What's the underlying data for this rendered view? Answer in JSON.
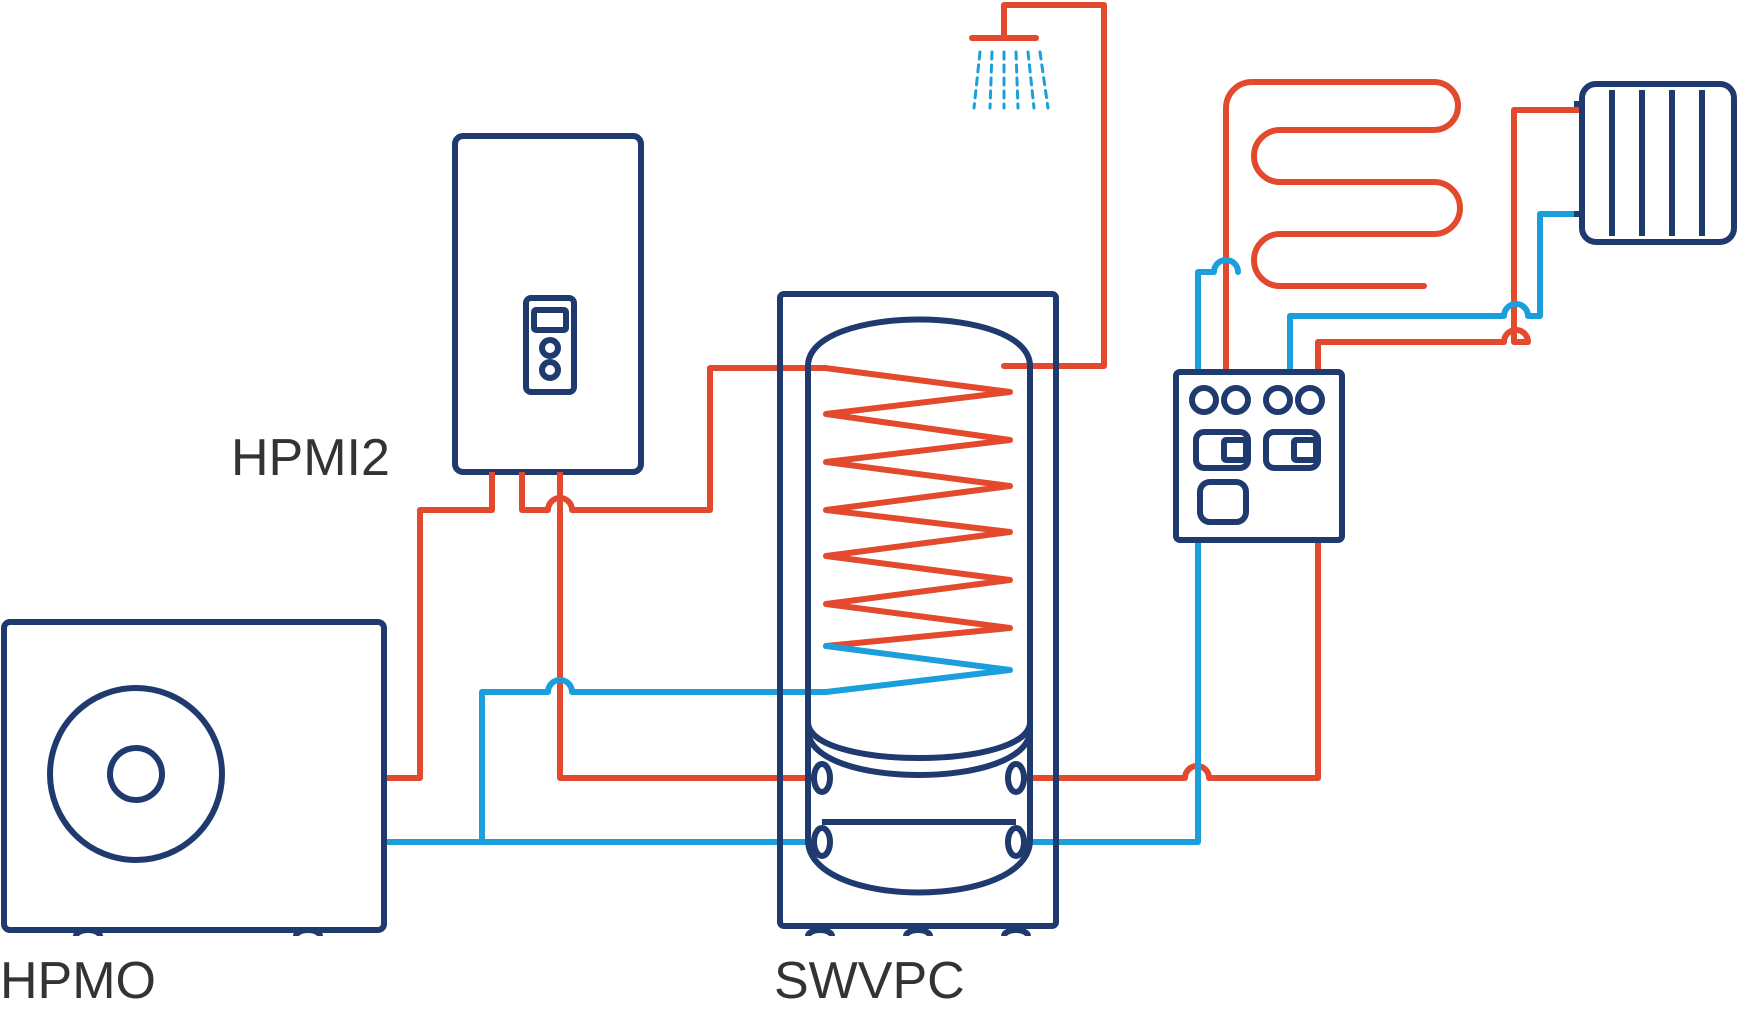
{
  "labels": {
    "indoor_unit": "HPMI2",
    "outdoor_unit": "HPMO",
    "storage_tank": "SWVPC"
  },
  "colors": {
    "hot_pipe": "#e2492d",
    "cold_pipe": "#1a9fdc",
    "outline": "#1f3a6e",
    "label_text": "#333333"
  },
  "icons": [
    "shower-icon",
    "radiator-icon",
    "underfloor-heating-icon",
    "fan-icon",
    "controller-icon",
    "pump-icon"
  ]
}
